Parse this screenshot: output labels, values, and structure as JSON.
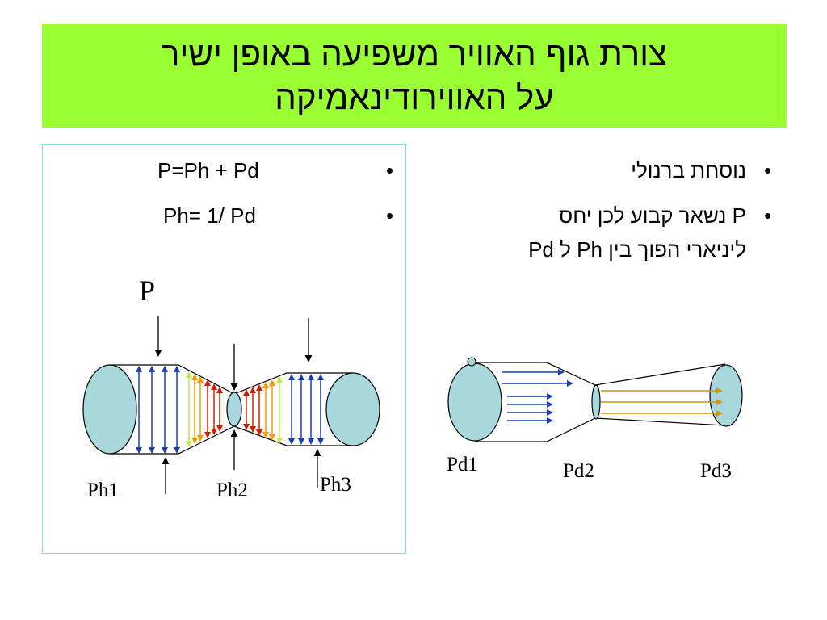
{
  "title": {
    "line1": "צורת גוף האוויר משפיעה באופן ישיר",
    "line2": "על האווירודינאמיקה"
  },
  "left_panel": {
    "bullets": [
      "P=Ph + Pd",
      "Ph= 1/ Pd"
    ],
    "diagram": {
      "p_label": "P",
      "labels": [
        "Ph1",
        "Ph2",
        "Ph3"
      ]
    }
  },
  "right_panel": {
    "bullets": [
      {
        "line1": "נוסחת ברנולי"
      },
      {
        "line1": "P נשאר קבוע לכן יחס",
        "line2": "ליניארי הפוך בין Ph ל Pd"
      }
    ],
    "diagram": {
      "labels": [
        "Pd1",
        "Pd2",
        "Pd3"
      ]
    }
  },
  "colors": {
    "banner": "#99ff33",
    "panel_border": "#80dfe6",
    "cylinder_fill": "#a9d8dc",
    "arrow_blue": "#1a3fb5",
    "arrow_green": "#bfe84b",
    "arrow_orange": "#ff9900",
    "arrow_red": "#cc2200",
    "arrow_gold": "#cc9900"
  }
}
